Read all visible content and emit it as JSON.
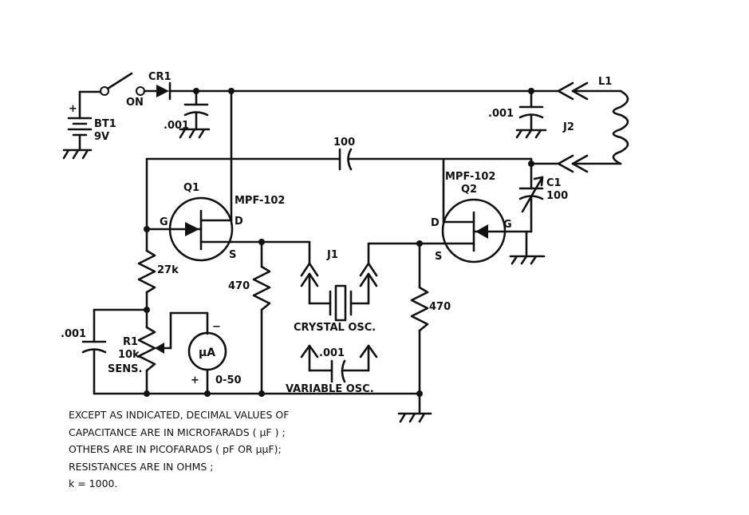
{
  "labels": {
    "switch_on": "ON",
    "cr1": "CR1",
    "bt1": "BT1",
    "bt1_voltage": "9V",
    "battery_plus": "+",
    "cap_top_left": ".001",
    "l1": "L1",
    "cap_right": ".001",
    "j2": "J2",
    "cap_100": "100",
    "q2_part": "MPF-102",
    "q2": "Q2",
    "c1": "C1",
    "c1_value": "100",
    "q1": "Q1",
    "q1_part": "MPF-102",
    "q1_g": "G",
    "q1_d": "D",
    "q1_s": "S",
    "q2_d": "D",
    "q2_g": "G",
    "q2_s": "S",
    "r_27k": "27k",
    "r_470_left": "470",
    "j1": "J1",
    "r_470_right": "470",
    "crystal_osc": "CRYSTAL OSC.",
    "cap_left": ".001",
    "r1": "R1",
    "r1_value": "10k",
    "r1_sens": "SENS.",
    "meter": "µA",
    "meter_minus": "−",
    "meter_plus": "+",
    "meter_range": "0-50",
    "cap_variable": ".001",
    "variable_osc": "VARIABLE OSC."
  },
  "notes": [
    "EXCEPT AS INDICATED, DECIMAL VALUES OF",
    "CAPACITANCE ARE IN MICROFARADS ( µF ) ;",
    "OTHERS ARE IN PICOFARADS ( pF OR µµF);",
    "RESISTANCES  ARE IN  OHMS ;",
    "k = 1000."
  ]
}
